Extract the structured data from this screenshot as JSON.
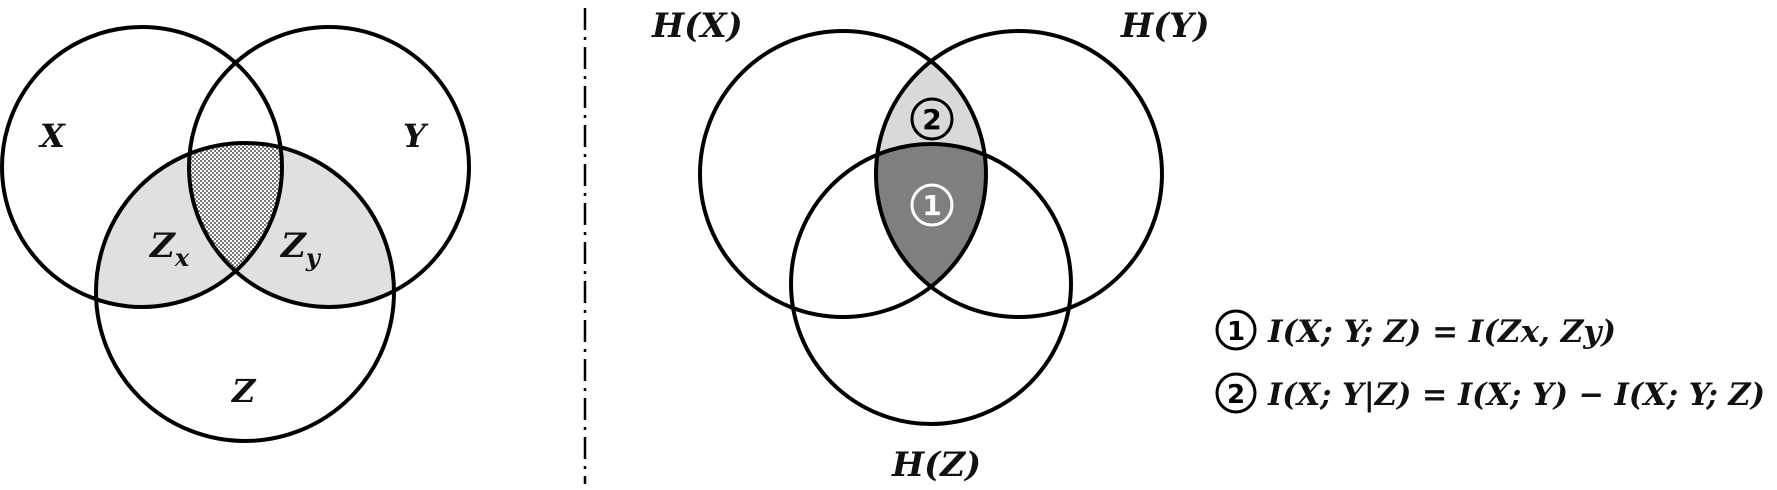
{
  "left_diagram": {
    "labels": {
      "x": "X",
      "y": "Y",
      "z": "Z",
      "zx": "Z",
      "zx_sub": "x",
      "zy": "Z",
      "zy_sub": "y"
    },
    "shade_color": "#e0e0e0",
    "hatch_color": "#777777"
  },
  "right_diagram": {
    "labels": {
      "hx": "H(X)",
      "hy": "H(Y)",
      "hz": "H(Z)"
    },
    "markers": {
      "one": "1",
      "two": "2"
    },
    "region1_color": "#7f7f7f",
    "region2_color": "#d9d9d9"
  },
  "legend": {
    "items": [
      {
        "marker": "1",
        "formula": "I(X; Y; Z) = I(Zx, Zy)"
      },
      {
        "marker": "2",
        "formula": "I(X; Y|Z) = I(X; Y) − I(X; Y; Z)"
      }
    ]
  }
}
